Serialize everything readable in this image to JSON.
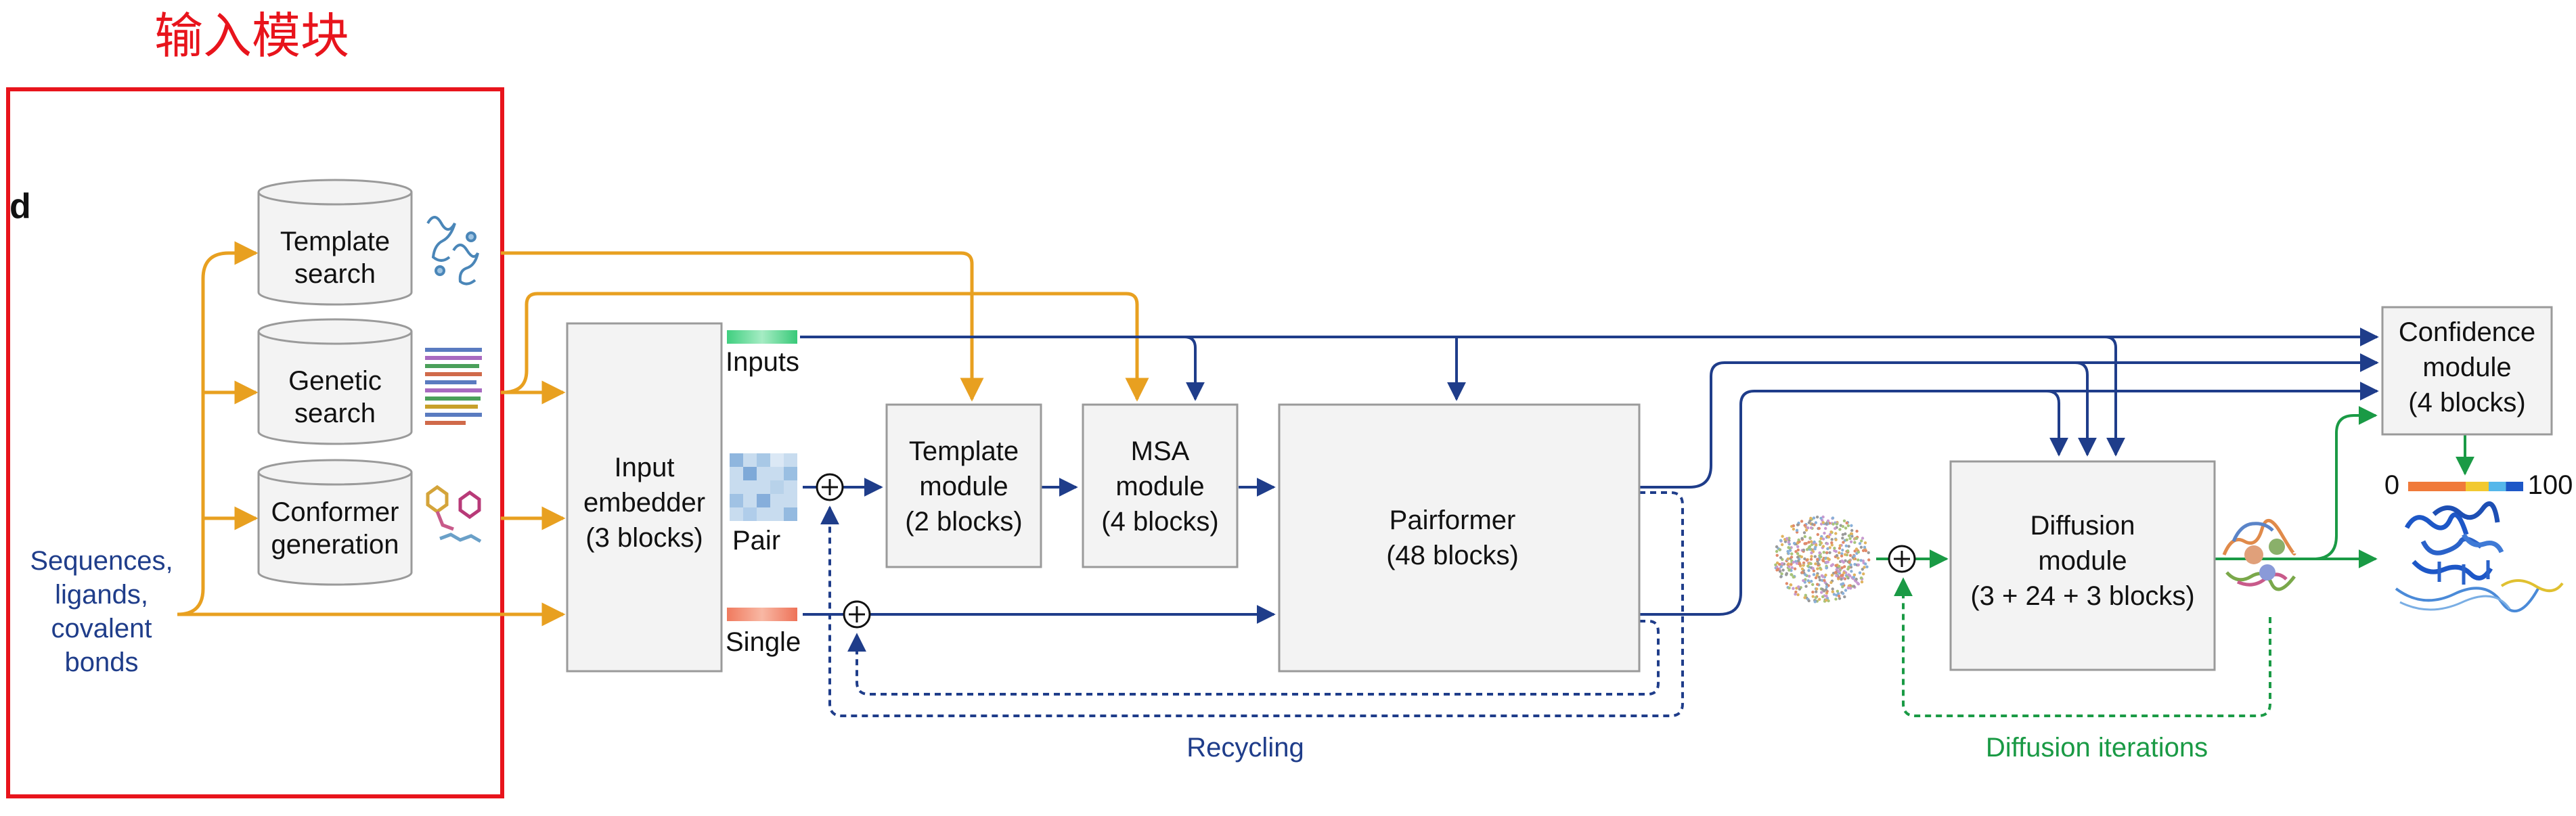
{
  "annotation": {
    "label": "输入模块",
    "color": "#e8141c"
  },
  "panel_label": "d",
  "inputs": {
    "sequences": [
      "Sequences,",
      "ligands,",
      "covalent",
      "bonds"
    ]
  },
  "databases": {
    "template_search": [
      "Template",
      "search"
    ],
    "genetic_search": [
      "Genetic",
      "search"
    ],
    "conformer_generation": [
      "Conformer",
      "generation"
    ]
  },
  "modules": {
    "input_embedder": [
      "Input",
      "embedder",
      "(3 blocks)"
    ],
    "template_module": [
      "Template",
      "module",
      "(2 blocks)"
    ],
    "msa_module": [
      "MSA",
      "module",
      "(4 blocks)"
    ],
    "pairformer": [
      "Pairformer",
      "(48 blocks)"
    ],
    "diffusion_module": [
      "Diffusion",
      "module",
      "(3 + 24 + 3 blocks)"
    ],
    "confidence_module": [
      "Confidence",
      "module",
      "(4 blocks)"
    ]
  },
  "representations": {
    "inputs": "Inputs",
    "pair": "Pair",
    "single": "Single"
  },
  "loops": {
    "recycling": "Recycling",
    "diffusion_iterations": "Diffusion iterations"
  },
  "confidence_scale": {
    "min": "0",
    "max": "100"
  },
  "colors": {
    "orange_arrow": "#e8a020",
    "blue_arrow": "#1f3d8a",
    "green_arrow": "#1a9a45",
    "blue_text": "#1f3d8a",
    "green_text": "#1a9a45",
    "box_fill": "#f3f3f3",
    "box_stroke": "#9a9a9a",
    "inputs_bar": "#52d68c",
    "single_bar": "#f07860"
  }
}
